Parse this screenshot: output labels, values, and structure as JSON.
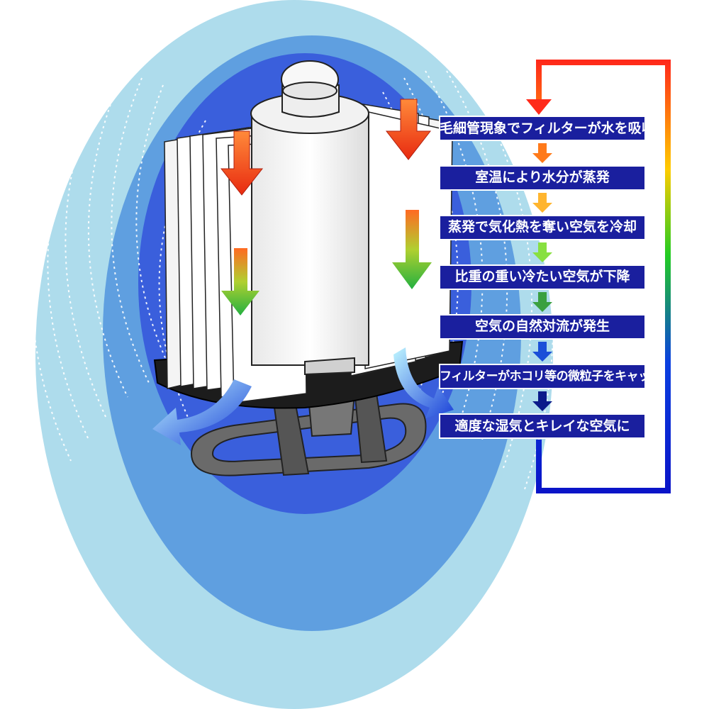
{
  "diagram": {
    "steps": [
      {
        "label": "毛細管現象でフィルターが水を吸収",
        "arrow_color": "#ff4422"
      },
      {
        "label": "室温により水分が蒸発",
        "arrow_color": "#ff7a1a"
      },
      {
        "label": "蒸発で気化熱を奪い空気を冷却",
        "arrow_color": "#ffb52e"
      },
      {
        "label": "比重の重い冷たい空気が下降",
        "arrow_color": "#88e040"
      },
      {
        "label": "空気の自然対流が発生",
        "arrow_color": "#3aa040"
      },
      {
        "label": "フィルターがホコリ等の微粒子をキャッチ",
        "arrow_color": "#1a4fd8"
      },
      {
        "label": "適度な湿気とキレイな空気に",
        "arrow_color": "#0a1a8a"
      }
    ],
    "colors": {
      "label_bg": "#1a1f9e",
      "outer_ellipse": "#aedcec",
      "middle_ellipse": "#5f9fe0",
      "inner_ellipse": "#3a5fdc",
      "loop_start": "#ff2a1a",
      "loop_end": "#0a14c8"
    }
  }
}
